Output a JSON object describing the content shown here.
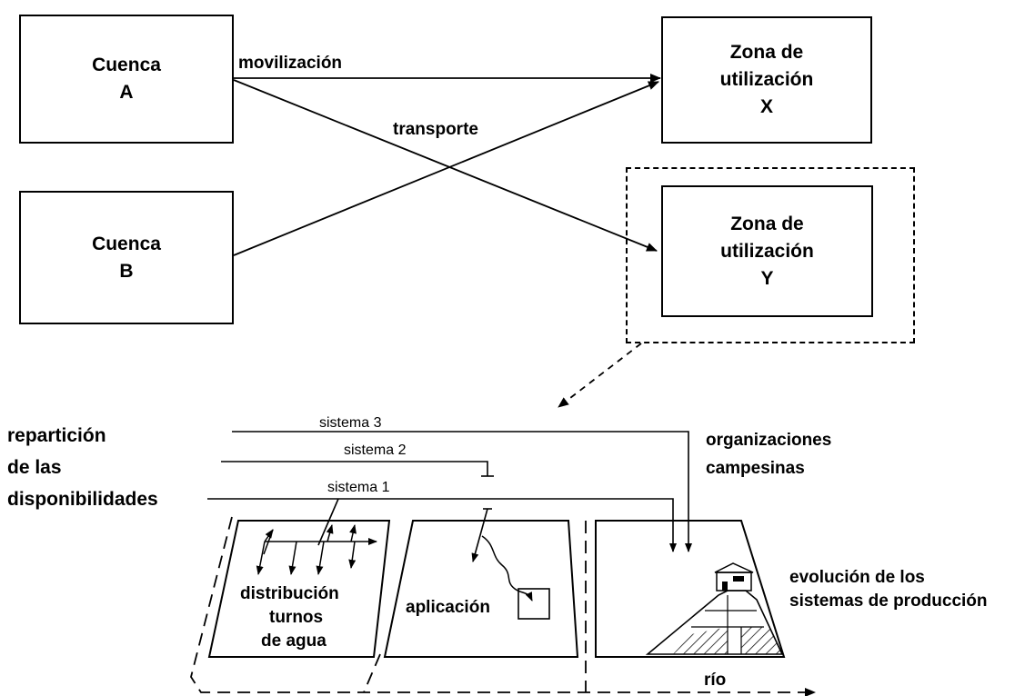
{
  "top": {
    "basin_a": {
      "line1": "Cuenca",
      "line2": "A"
    },
    "basin_b": {
      "line1": "Cuenca",
      "line2": "B"
    },
    "zone_x": {
      "line1": "Zona de",
      "line2": "utilización",
      "line3": "X"
    },
    "zone_y": {
      "line1": "Zona de",
      "line2": "utilización",
      "line3": "Y"
    },
    "mobilization_label": "movilización",
    "transport_label": "transporte"
  },
  "bottom": {
    "allocation_label": {
      "line1": "repartición",
      "line2": "de las",
      "line3": "disponibilidades"
    },
    "systems": [
      "sistema 3",
      "sistema 2",
      "sistema 1"
    ],
    "farmer_orgs": {
      "line1": "organizaciones",
      "line2": "campesinas"
    },
    "distribution": {
      "line1": "distribución",
      "line2": "turnos",
      "line3": "de agua"
    },
    "application": "aplicación",
    "production_evolution": {
      "line1": "evolución de los",
      "line2": "sistemas de producción"
    },
    "river": "río"
  }
}
